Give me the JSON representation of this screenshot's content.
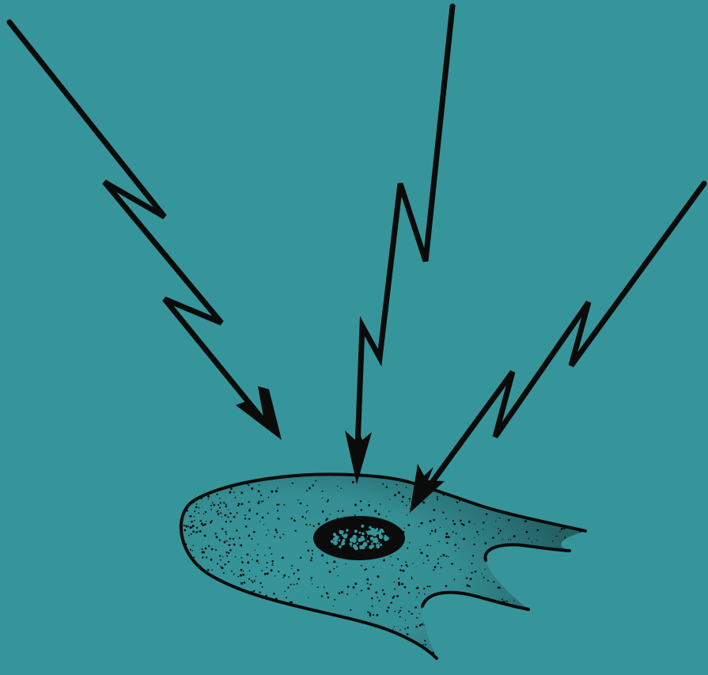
{
  "background_color": "#36959a",
  "ink_color": "#0b0b0b",
  "cell_fill_color": "#36959a",
  "illustration": {
    "arrows": [
      {
        "name": "arrow-left",
        "icon": "lightning-bolt-arrow-icon"
      },
      {
        "name": "arrow-middle",
        "icon": "lightning-bolt-arrow-icon"
      },
      {
        "name": "arrow-right",
        "icon": "lightning-bolt-arrow-icon"
      }
    ],
    "cell": {
      "name": "cell-body",
      "icon": "cell-icon"
    },
    "nucleus": {
      "name": "cell-nucleus",
      "icon": "nucleus-icon"
    }
  }
}
